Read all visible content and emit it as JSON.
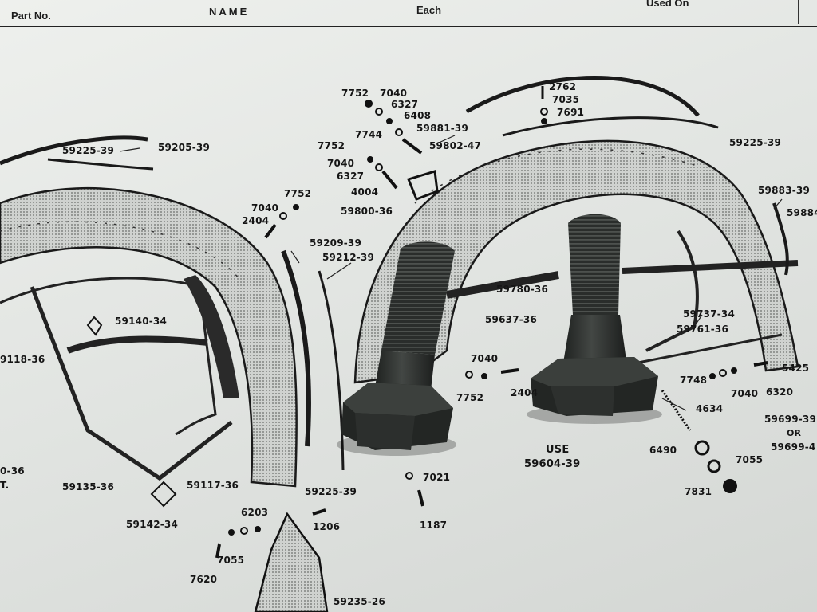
{
  "header": {
    "part_no": "Part No.",
    "name": "NAME",
    "each": "Each",
    "used_on": "Used On"
  },
  "labels": {
    "l59225_39a": "59225-39",
    "l59205_39": "59205-39",
    "l7752a": "7752",
    "l7040a": "7040",
    "l6327a": "6327",
    "l6408": "6408",
    "l59881_39": "59881-39",
    "l7744": "7744",
    "l59802_47": "59802-47",
    "l7752b": "7752",
    "l7040b": "7040",
    "l6327b": "6327",
    "l4004": "4004",
    "l59800_36": "59800-36",
    "l7752c": "7752",
    "l7040c": "7040",
    "l2404a": "2404",
    "l2762": "2762",
    "l7035": "7035",
    "l7691": "7691",
    "l59225_39b": "59225-39",
    "l59883_39": "59883-39",
    "l5988x": "59884",
    "l59209_39": "59209-39",
    "l59212_39": "59212-39",
    "l59140_34": "59140-34",
    "l59118_36": "9118-36",
    "l59780_36": "59780-36",
    "l59737_34": "59737-34",
    "l59637_36": "59637-36",
    "l59761_36": "59761-36",
    "l7040d": "7040",
    "l7752d": "7752",
    "l2404b": "2404",
    "l7748": "7748",
    "l5425": "5425",
    "l7040e": "7040",
    "l6320": "6320",
    "l4634": "4634",
    "l59699_39": "59699-39",
    "l_or": "OR",
    "l59699_4": "59699-4",
    "l0_36": "0-36",
    "l_t": "T.",
    "l59135_36": "59135-36",
    "l59117_36": "59117-36",
    "l59225_39c": "59225-39",
    "l7021": "7021",
    "l_use": "USE",
    "l59604_39": "59604-39",
    "l6490": "6490",
    "l7055a": "7055",
    "l7831": "7831",
    "l59142_34": "59142-34",
    "l6203": "6203",
    "l1206": "1206",
    "l1187": "1187",
    "l7055b": "7055",
    "l7620": "7620",
    "l59235_26": "59235-26"
  },
  "colors": {
    "paper": "#e6e9e6",
    "ink": "#151515",
    "bolt": "#2b2e2c",
    "bolt_highlight": "#4a4e4b",
    "fender_fill": "#b9bcb9"
  },
  "objects": {
    "bolt_left": "hex-bolt",
    "bolt_right": "hex-bolt"
  }
}
